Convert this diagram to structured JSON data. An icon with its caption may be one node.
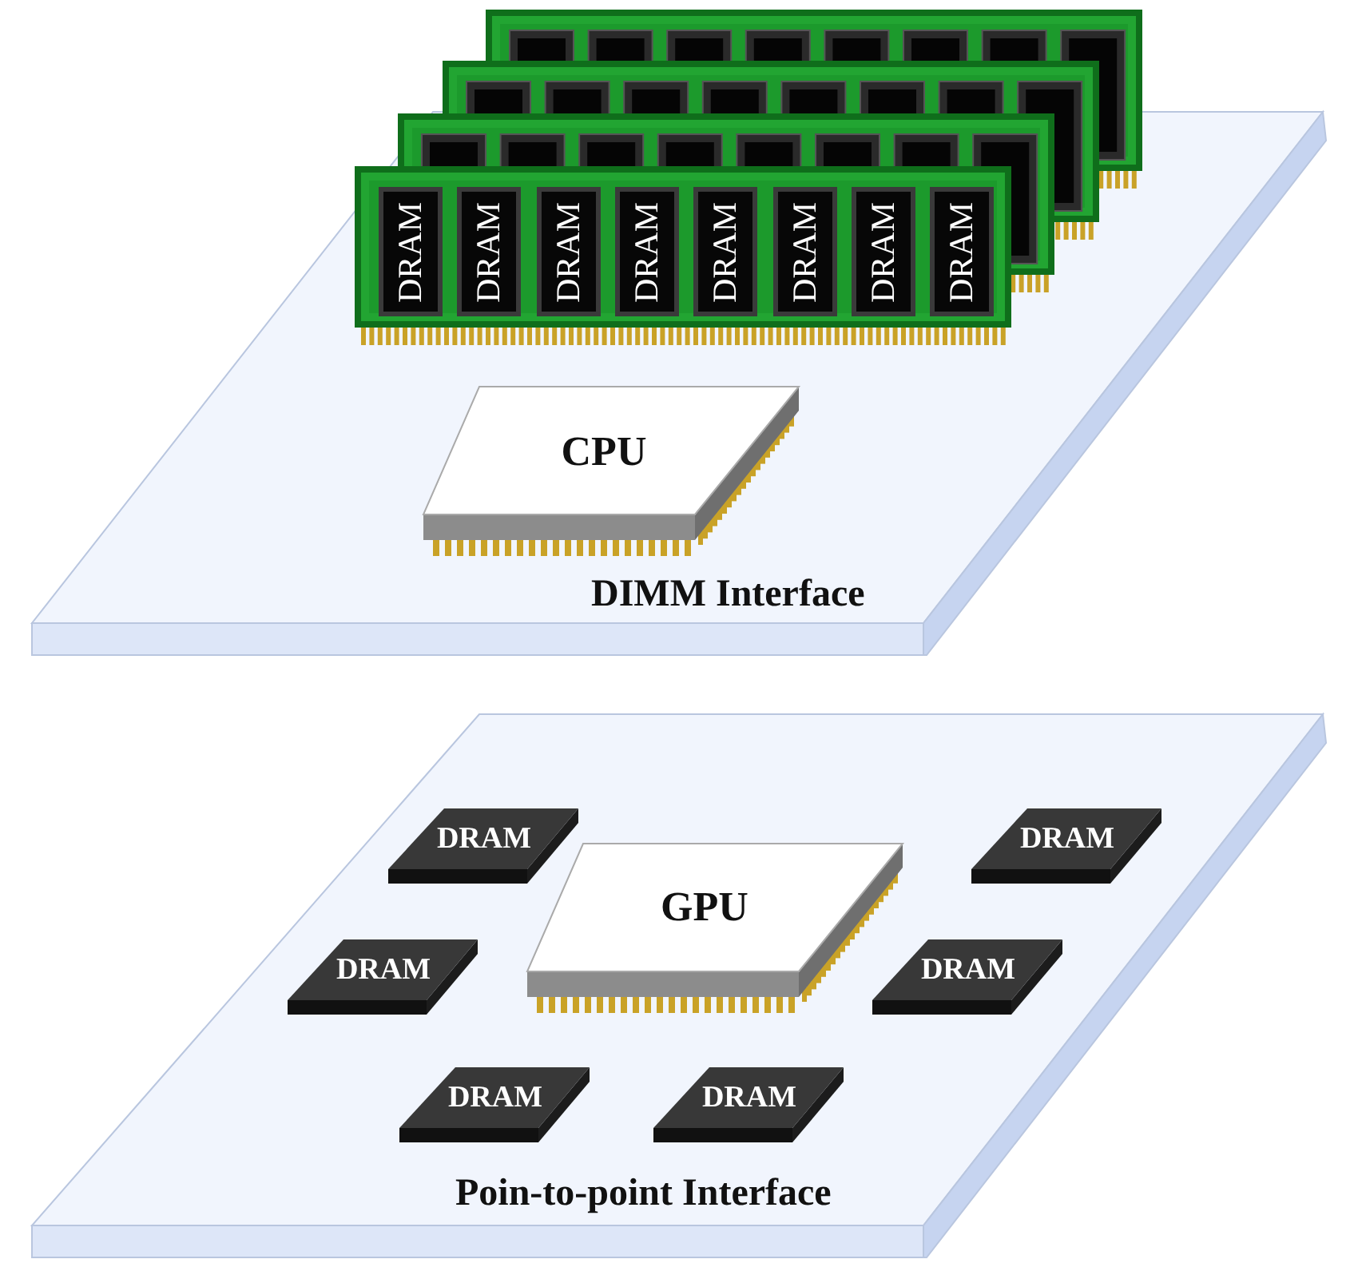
{
  "diagram": {
    "nodes": [
      {
        "text": [
          "DIMM Interface"
        ]
      },
      {
        "text": [],
        "shape": "bar",
        "in": 0
      },
      {
        "text": [],
        "shape": "bar",
        "in": 0
      },
      {
        "text": [],
        "shape": "bar"
      },
      {
        "text": [],
        "shape": "bar"
      },
      {
        "text": [
          "DRAM"
        ],
        "in": 1
      },
      {
        "text": [
          "DRAM"
        ],
        "in": 1
      },
      {
        "text": [
          "DRAM"
        ],
        "in": 1
      },
      {
        "text": [
          "DRAM"
        ],
        "in": 1
      },
      {
        "text": [
          "DRAM"
        ],
        "in": 1
      },
      {
        "text": [
          "DRAM"
        ],
        "in": 1
      },
      {
        "text": [
          "DRAM"
        ],
        "in": 1
      },
      {
        "text": [
          "DRAM"
        ],
        "in": 1
      },
      {
        "text": [
          "CPU"
        ],
        "in": 0
      },
      {
        "text": [
          "Poin-to-point Interface"
        ]
      },
      {
        "text": [
          "DRAM"
        ],
        "in": 14
      },
      {
        "text": [
          "DRAM"
        ],
        "in": 14
      },
      {
        "text": [
          "GPU"
        ],
        "in": 14
      },
      {
        "text": [
          "DRAM"
        ],
        "in": 14
      },
      {
        "text": [
          "DRAM"
        ],
        "in": 14
      },
      {
        "text": [
          "DRAM"
        ],
        "in": 14
      },
      {
        "text": [
          "DRAM"
        ],
        "in": 14
      }
    ],
    "edges": []
  }
}
